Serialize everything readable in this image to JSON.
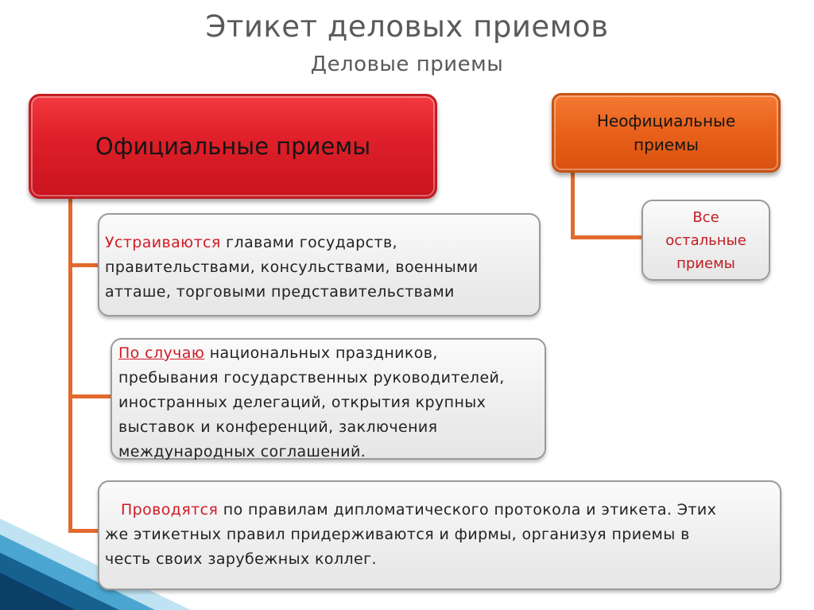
{
  "title": "Этикет деловых приемов",
  "subtitle": "Деловые приемы",
  "official": {
    "label": "Официальные приемы"
  },
  "unofficial": {
    "label_line1": "Неофициальные",
    "label_line2": "приемы",
    "child_line1": "Все",
    "child_line2": "остальные",
    "child_line3": "приемы"
  },
  "items": [
    {
      "highlight": "Устраиваются",
      "line1": " главами государств,",
      "line2": "правительствами, консульствами, военными",
      "line3": "атташе, торговыми представительствами"
    },
    {
      "highlight": "По случаю",
      "line1": " национальных праздников,",
      "line2": "пребывания государственных руководителей,",
      "line3": "иностранных делегаций, открытия крупных",
      "line4": "выставок и конференций, заключения",
      "line5": "международных соглашений."
    },
    {
      "highlight": "Проводятся",
      "line1": " по правилам дипломатического протокола и этикета. Этих",
      "line2": "же этикетных правил придерживаются и фирмы, организуя приемы в",
      "line3": "честь своих зарубежных коллег."
    }
  ],
  "colors": {
    "official": "#e0202a",
    "unofficial": "#e8601a",
    "connector": "#e26a2e",
    "highlight": "#d11b25"
  }
}
